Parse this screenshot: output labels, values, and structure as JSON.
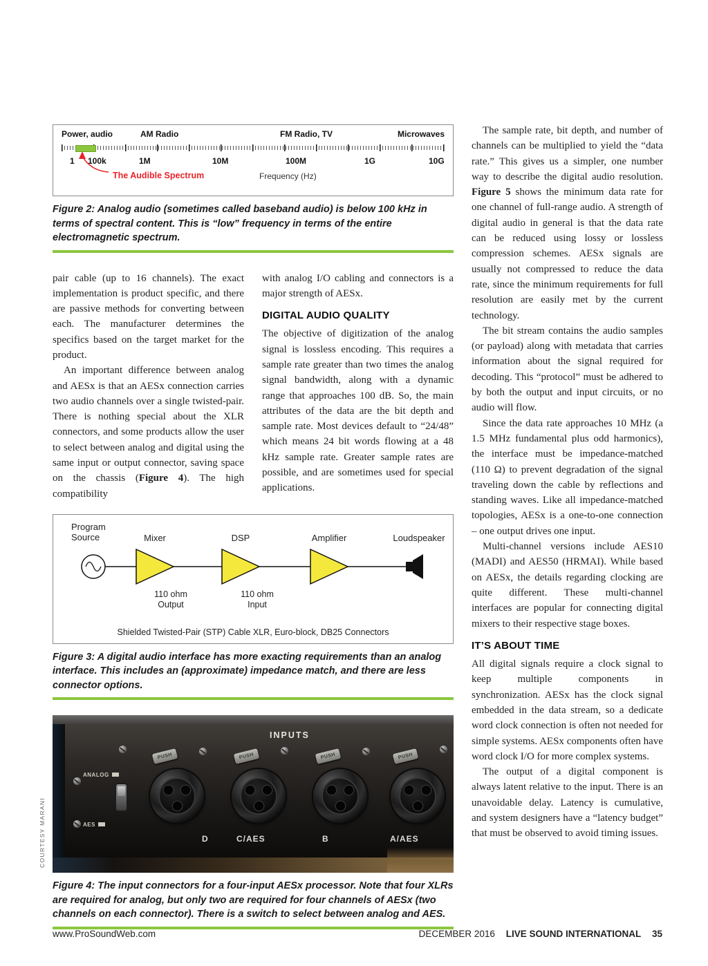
{
  "figures": {
    "fig2": {
      "bands": [
        "Power, audio",
        "AM Radio",
        "FM Radio, TV",
        "Microwaves"
      ],
      "ticks": [
        "1",
        "100k",
        "1M",
        "10M",
        "100M",
        "1G",
        "10G"
      ],
      "audible_label": "The Audible Spectrum",
      "axis_label": "Frequency (Hz)",
      "caption": "Figure 2: Analog audio (sometimes called baseband audio) is below 100 kHz in terms of spectral content. This is “low” frequency in terms of the entire electromagnetic spectrum."
    },
    "fig3": {
      "labels": [
        "Program Source",
        "Mixer",
        "DSP",
        "Amplifier",
        "Loudspeaker"
      ],
      "impedance": [
        "110 ohm Output",
        "110 ohm Input"
      ],
      "footnote": "Shielded Twisted-Pair (STP) Cable XLR, Euro-block, DB25 Connectors",
      "caption": "Figure 3: A digital audio interface has more exacting requirements than an analog interface. This includes an (approximate) impedance match, and there are less connector options."
    },
    "fig4": {
      "title": "INPUTS",
      "push_label": "PUSH",
      "connector_labels": [
        "D",
        "C/AES",
        "B",
        "A/AES"
      ],
      "side_labels": [
        "ANALOG",
        "AES"
      ],
      "credit": "COURTESY MARANI",
      "caption": "Figure 4: The input connectors for a four-input AESx processor. Note that four XLRs are required for analog, but only two are required for four channels of AESx (two channels on each connector). There is a switch to select between analog and AES."
    }
  },
  "article": {
    "col1": {
      "p1": "pair cable (up to 16 channels). The exact implementation is product specific, and there are passive methods for converting between each. The manufacturer determines the specifics based on the target market for the product.",
      "p2_pre": "An important difference between analog and AESx is that an AESx connection carries two audio channels over a single twisted-pair. There is nothing special about the XLR connectors, and some products allow the user to select between analog and digital using the same input or output connector, saving space on the chassis (",
      "p2_bold": "Figure 4",
      "p2_post": "). The high compatibility"
    },
    "col2": {
      "p1": "with analog I/O cabling and connectors is a major strength of AESx.",
      "heading": "DIGITAL AUDIO QUALITY",
      "p2": "The objective of digitization of the analog signal is lossless encoding. This requires a sample rate greater than two times the analog signal bandwidth, along with a dynamic range that approaches 100 dB. So, the main attributes of the data are the bit depth and sample rate. Most devices default to “24/48” which means 24 bit words flowing at a 48 kHz sample rate. Greater sample rates are possible, and are sometimes used for special applications."
    },
    "col3": {
      "p1_pre": "The sample rate, bit depth, and number of channels can be multiplied to yield the “data rate.” This gives us a simpler, one number way to describe the digital audio resolution. ",
      "p1_bold": "Figure 5",
      "p1_post": " shows the minimum data rate for one channel of full-range audio. A strength of digital audio in general is that the data rate can be reduced using lossy or lossless compression schemes. AESx signals are usually not compressed to reduce the data rate, since the minimum requirements for full resolution are easily met by the current technology.",
      "p2": "The bit stream contains the audio samples (or payload) along with metadata that carries information about the signal required for decoding. This “protocol” must be adhered to by both the output and input circuits, or no audio will flow.",
      "p3": "Since the data rate approaches 10 MHz (a 1.5 MHz fundamental plus odd harmonics), the interface must be impedance-matched (110 Ω) to prevent degradation of the signal traveling down the cable by reflections and standing waves. Like all impedance-matched topologies, AESx is a one-to-one connection – one output drives one input.",
      "p4": "Multi-channel versions include AES10 (MADI) and AES50 (HRMAI). While based on AESx, the details regarding clocking are quite different. These multi-channel interfaces are popular for connecting digital mixers to their respective stage boxes.",
      "heading": "IT’S ABOUT TIME",
      "p5": "All digital signals require a clock signal to keep multiple components in synchronization. AESx has the clock signal embedded in the data stream, so a dedicate word clock connection is often not needed for simple systems. AESx components often have word clock I/O for more complex systems.",
      "p6": "The output of a digital component is always latent relative to the input. There is an unavoidable delay. Latency is cumulative, and system designers have a “latency budget” that must be observed to avoid timing issues."
    }
  },
  "footer": {
    "website": "www.ProSoundWeb.com",
    "issue": "DECEMBER 2016",
    "publication": "LIVE SOUND INTERNATIONAL",
    "page_number": "35"
  }
}
